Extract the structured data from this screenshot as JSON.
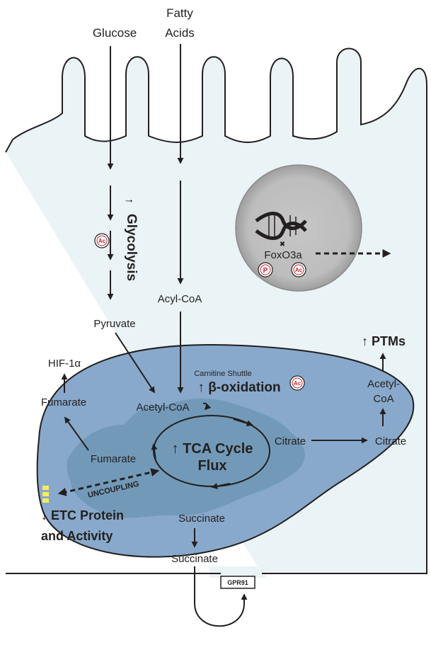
{
  "inputs": {
    "glucose": "Glucose",
    "fatty_line1": "Fatty",
    "fatty_line2": "Acids"
  },
  "cytosol": {
    "arrow_glyph": "↑",
    "glycolysis": "Glycolysis",
    "ac_badge": "Ac",
    "acyl_coa": "Acyl-CoA",
    "pyruvate": "Pyruvate",
    "hif": "HIF-1α",
    "fumarate": "Fumarate",
    "succinate": "Succinate",
    "receptor": "GPR91",
    "ptms": "↑ PTMs",
    "acetyl_line1": "Acetyl-",
    "acetyl_line2": "CoA",
    "citrate": "Citrate"
  },
  "nucleus": {
    "foxo": "FoxO3a",
    "p_badge": "P",
    "ac_badge": "Ac"
  },
  "mitochondrion": {
    "carnitine": "Carnitine Shuttle",
    "beta_ox": "↑ β-oxidation",
    "ac_badge": "Ac",
    "acetyl_coa": "Acetyl-CoA",
    "tca_line1": "↑ TCA Cycle",
    "tca_line2": "Flux",
    "citrate": "Citrate",
    "fumarate": "Fumarate",
    "succinate": "Succinate",
    "uncoupling": "UNCOUPLING",
    "etc_line1": "↓ ETC Protein",
    "etc_line2": "and Activity"
  },
  "colors": {
    "cell_fill": "#eaf3f6",
    "mito_fill": "#88a9cb",
    "cristae_fill": "#6b95b2",
    "nucleus_fill": "#c1c1c1",
    "badge_red": "#c1272d",
    "etc_yellow": "#f6ec5b"
  }
}
